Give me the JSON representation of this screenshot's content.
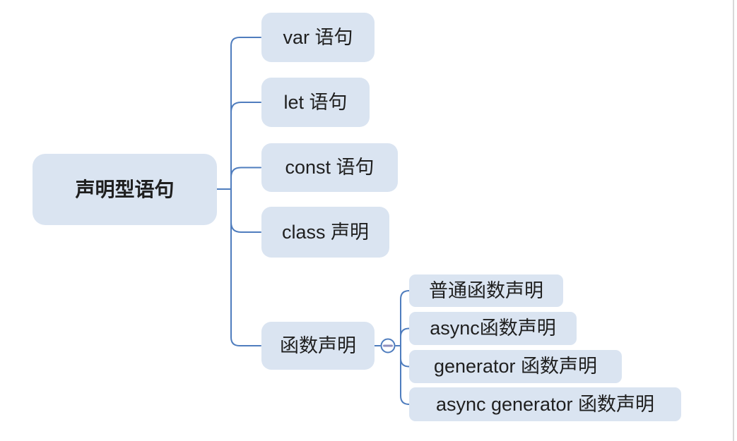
{
  "mindmap": {
    "root": {
      "label": "声明型语句"
    },
    "level1": [
      {
        "label": "var 语句"
      },
      {
        "label": "let 语句"
      },
      {
        "label": "const 语句"
      },
      {
        "label": "class 声明"
      },
      {
        "label": "函数声明"
      }
    ],
    "level2": [
      {
        "label": "普通函数声明"
      },
      {
        "label": "async函数声明"
      },
      {
        "label": "generator 函数声明"
      },
      {
        "label": "async generator 函数声明"
      }
    ],
    "collapse_button": {
      "symbol": "−"
    }
  },
  "colors": {
    "background": "#ffffff",
    "node_fill": "#dae4f1",
    "node_text": "#1f1f1f",
    "connector": "#4f7dbe",
    "collapse_dash": "#8f8fbe",
    "page_edge": "#d9d9d9"
  }
}
